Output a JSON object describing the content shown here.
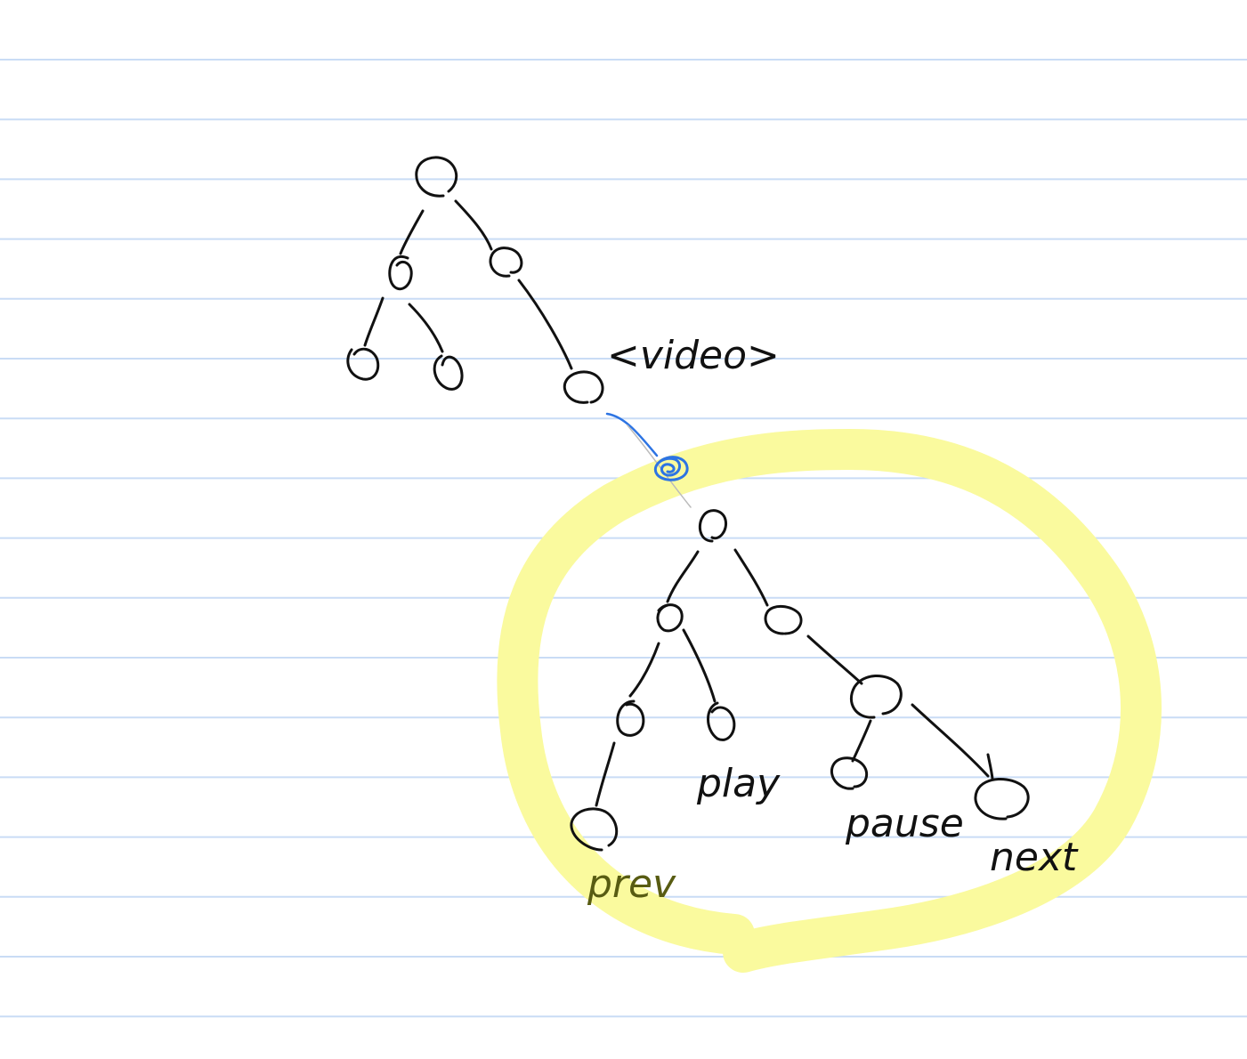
{
  "colors": {
    "paper": "#ffffff",
    "rule": "#c9dcf5",
    "ink": "#111111",
    "label_ink_dark": "#585c12",
    "highlight": "#fafa9e",
    "shadow_dom_link": "#2d74e3"
  },
  "labels": {
    "video": "<video>",
    "play": "play",
    "pause": "pause",
    "prev": "prev",
    "next": "next"
  }
}
